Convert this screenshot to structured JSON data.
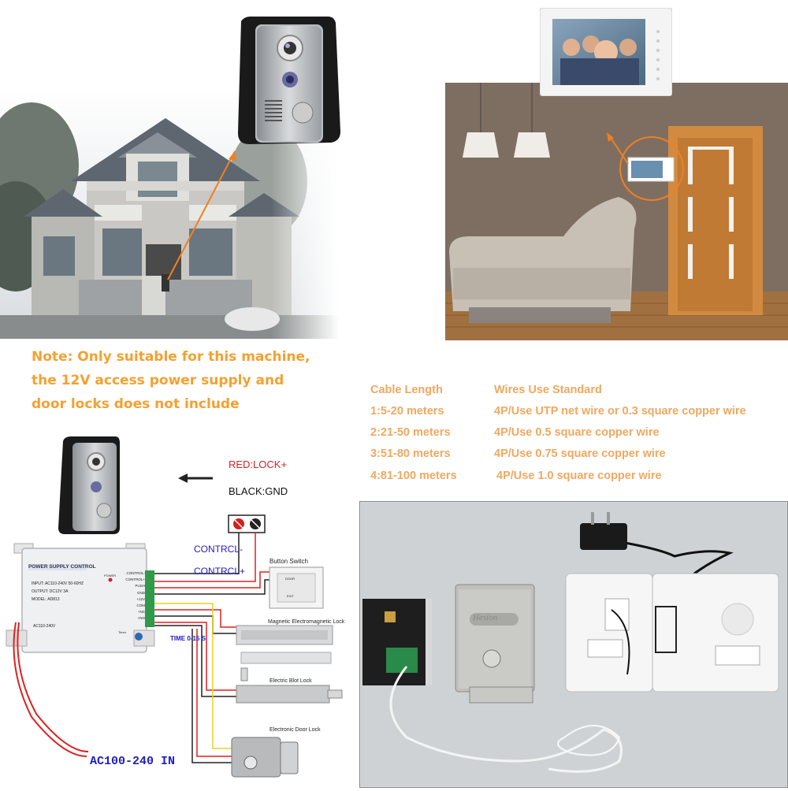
{
  "note": {
    "line1": "Note: Only suitable for this machine,",
    "line2": "the 12V access power supply  and",
    "line3": "door locks does not include"
  },
  "cable_table": {
    "header_length": "Cable Length",
    "header_wires": "Wires Use Standard",
    "rows": [
      {
        "length": "1:5-20 meters",
        "wires": "4P/Use UTP net wire or 0.3 square copper wire"
      },
      {
        "length": "2:21-50 meters",
        "wires": "4P/Use 0.5 square copper wire"
      },
      {
        "length": "3:51-80 meters",
        "wires": "4P/Use 0.75 square copper wire"
      },
      {
        "length": "4:81-100 meters",
        "wires": "4P/Use 1.0 square copper wire"
      }
    ]
  },
  "wiring": {
    "red_lock": "RED:LOCK+",
    "black_gnd": "BLACK:GND",
    "contrcl_minus": "CONTRCL-",
    "contrcl_plus": "CONTRCL+",
    "button_switch": "Button Switch",
    "magnetic_lock": "Magnetic Electromagnetic Lock",
    "bolt_lock": "Electric Blot Lock",
    "door_lock": "Electronic Door Lock",
    "time": "TIME 0-15 S",
    "ac_in": "AC100-240 IN",
    "psu_title": "POWER SUPPLY CONTROL",
    "psu_input": "INPUT: AC110-240V  50-60HZ",
    "psu_output": "OUTPUT: DC12V  3A",
    "psu_model": "MODEL: AD813",
    "psu_ac": "AC110-240V",
    "psu_power": "POWER",
    "psu_timer": "Timer",
    "psu_terminals": [
      "CONTROL-",
      "CONTROL+",
      "PUSH",
      "GND",
      "+12V",
      "COM",
      "+NC",
      "+NO"
    ],
    "exit_label": "EXIT",
    "door_label": "DOOR"
  },
  "lock_brand": "Hesion",
  "colors": {
    "orange_text": "#f5a030",
    "red_wire": "#e02020",
    "blue_label": "#2020c0",
    "yellow_wire": "#e8d020"
  }
}
